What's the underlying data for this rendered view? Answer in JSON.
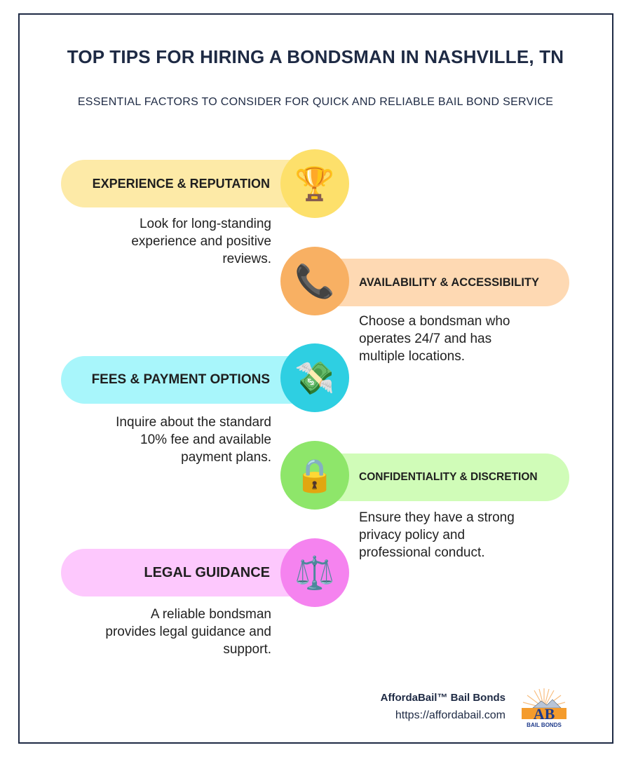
{
  "header": {
    "title": "TOP TIPS FOR HIRING A BONDSMAN IN NASHVILLE, TN",
    "subtitle": "ESSENTIAL FACTORS TO CONSIDER FOR QUICK AND RELIABLE BAIL BOND SERVICE"
  },
  "tips": [
    {
      "label": "EXPERIENCE & REPUTATION",
      "icon": "trophy-icon",
      "glyph": "🏆",
      "description_lines": [
        "Look for long-standing",
        "experience and positive",
        "reviews."
      ],
      "pill_color": "#fdeaa7",
      "circle_color": "#fde06b",
      "side": "left"
    },
    {
      "label": "AVAILABILITY & ACCESSIBILITY",
      "icon": "phone-icon",
      "glyph": "📞",
      "description_lines": [
        "Choose a bondsman who",
        "operates 24/7 and has",
        "multiple locations."
      ],
      "pill_color": "#fed9b3",
      "circle_color": "#f8b063",
      "side": "right"
    },
    {
      "label": "FEES & PAYMENT OPTIONS",
      "icon": "money-with-wings-icon",
      "glyph": "💸",
      "description_lines": [
        "Inquire about the standard",
        "10% fee and available",
        "payment plans."
      ],
      "pill_color": "#a8f6fb",
      "circle_color": "#2ecfe2",
      "side": "left"
    },
    {
      "label": "CONFIDENTIALITY & DISCRETION",
      "icon": "padlock-icon",
      "glyph": "🔒",
      "description_lines": [
        "Ensure they have a strong",
        "privacy policy and",
        "professional conduct."
      ],
      "pill_color": "#d0fcb8",
      "circle_color": "#8ee66a",
      "side": "right"
    },
    {
      "label": "LEGAL GUIDANCE",
      "icon": "balance-scale-icon",
      "glyph": "⚖️",
      "description_lines": [
        "A reliable bondsman",
        "provides legal guidance and",
        "support."
      ],
      "pill_color": "#fdc8fd",
      "circle_color": "#f583ef",
      "side": "left"
    }
  ],
  "footer": {
    "company": "AffordaBail™ Bail Bonds",
    "url": "https://affordabail.com",
    "logo_text": "BAIL BONDS",
    "logo_letters": "AB"
  },
  "colors": {
    "navy": "#1e2a44"
  }
}
